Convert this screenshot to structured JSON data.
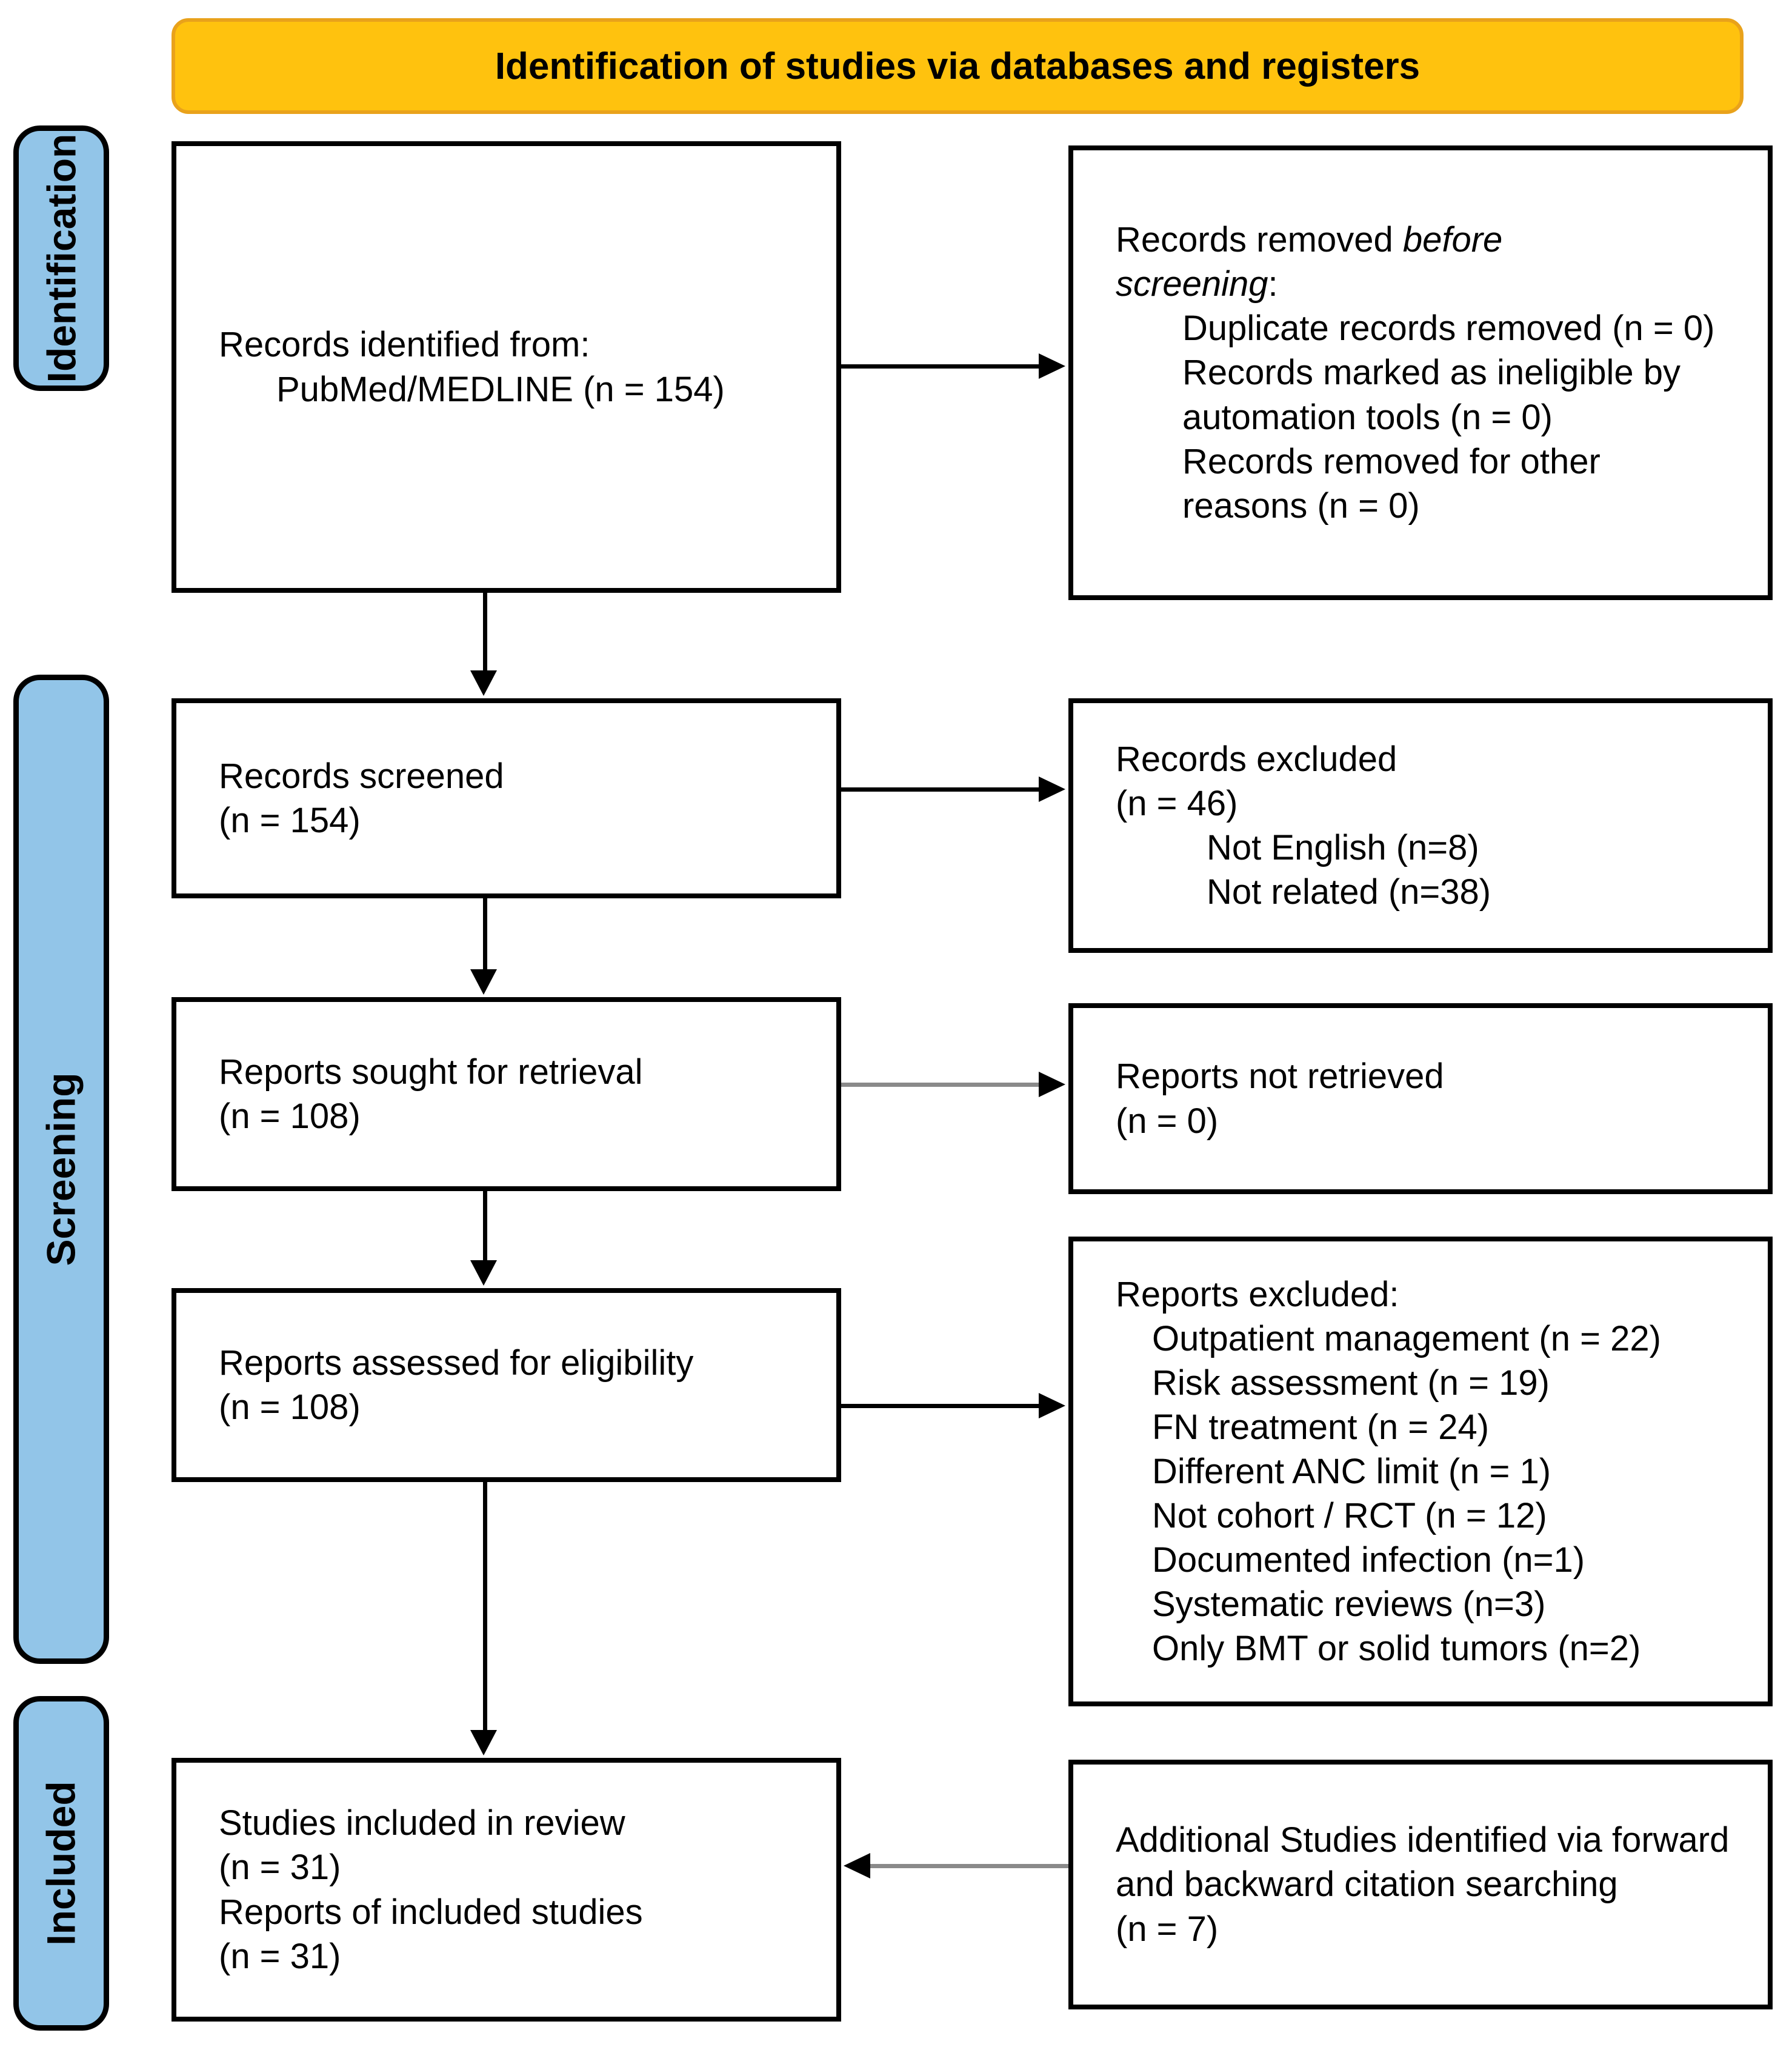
{
  "colors": {
    "banner_bg": "#FFC20E",
    "banner_border": "#E9A21B",
    "stage_bg": "#92C5E8",
    "box_border": "#000000",
    "arrow_black": "#000000",
    "arrow_gray": "#8A8A8A"
  },
  "banner": {
    "title": "Identification of studies via databases and registers"
  },
  "stages": {
    "identification": "Identification",
    "screening": "Screening",
    "included": "Included"
  },
  "flow": {
    "records_identified": {
      "line1": "Records identified from:",
      "line2": "PubMed/MEDLINE (n = 154)"
    },
    "records_removed": {
      "lead_normal": "Records removed ",
      "lead_italic": "before screening",
      "lead_suffix": ":",
      "items": [
        "Duplicate records removed (n = 0)",
        "Records marked as ineligible by automation tools (n = 0)",
        "Records removed for other reasons (n = 0)"
      ]
    },
    "records_screened": {
      "line1": "Records screened",
      "line2": "(n = 154)"
    },
    "records_excluded": {
      "line1": "Records excluded",
      "line2": "(n = 46)",
      "items": [
        "Not English (n=8)",
        "Not related (n=38)"
      ]
    },
    "reports_sought": {
      "line1": "Reports sought for retrieval",
      "line2": "(n = 108)"
    },
    "reports_not_retrieved": {
      "line1": "Reports not retrieved",
      "line2": "(n = 0)"
    },
    "reports_assessed": {
      "line1": "Reports assessed for eligibility",
      "line2": "(n = 108)"
    },
    "reports_excluded": {
      "title": "Reports excluded:",
      "items": [
        "Outpatient management (n = 22)",
        "Risk assessment (n = 19)",
        "FN treatment (n = 24)",
        "Different ANC limit (n = 1)",
        "Not cohort / RCT (n = 12)",
        "Documented infection (n=1)",
        "Systematic reviews (n=3)",
        "Only BMT or solid tumors (n=2)"
      ]
    },
    "studies_included": {
      "lines": [
        "Studies included in review",
        "(n = 31)",
        "Reports of included studies",
        "(n = 31)"
      ]
    },
    "additional_studies": {
      "lead": "Additional Studies identified via forward and backward citation searching",
      "count": "(n = 7)"
    }
  }
}
